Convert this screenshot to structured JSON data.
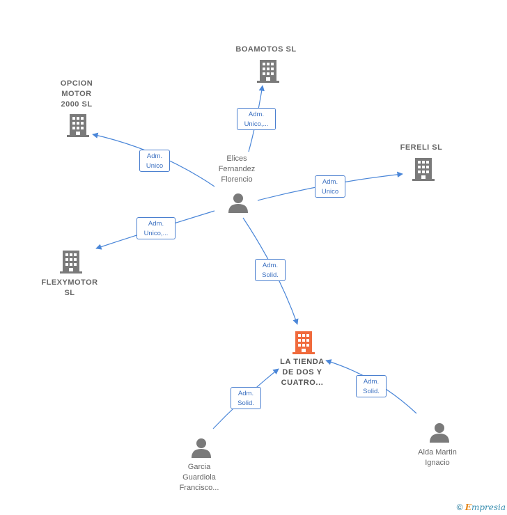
{
  "colors": {
    "edge": "#4a86d8",
    "node_gray": "#7a7a7a",
    "node_highlight": "#f06a3c"
  },
  "nodes": {
    "boamotos": {
      "label": "BOAMOTOS  SL",
      "icon": "building-icon"
    },
    "opcion": {
      "label": "OPCION\nMOTOR\n2000  SL",
      "icon": "building-icon"
    },
    "fereli": {
      "label": "FERELI SL",
      "icon": "building-icon"
    },
    "flexymotor": {
      "label": "FLEXYMOTOR\nSL",
      "icon": "building-icon"
    },
    "la_tienda": {
      "label": "LA TIENDA\nDE DOS Y\nCUATRO...",
      "icon": "building-icon"
    },
    "elices": {
      "label": "Elices\nFernandez\nFlorencio",
      "icon": "person-icon"
    },
    "garcia": {
      "label": "Garcia\nGuardiola\nFrancisco...",
      "icon": "person-icon"
    },
    "alda": {
      "label": "Alda Martin\nIgnacio",
      "icon": "person-icon"
    }
  },
  "edges": {
    "to_boamotos": "Adm.\nUnico,...",
    "to_opcion": "Adm.\nUnico",
    "to_fereli": "Adm.\nUnico",
    "to_flexymotor": "Adm.\nUnico,...",
    "elices_to_tienda": "Adm.\nSolid.",
    "garcia_to_tienda": "Adm.\nSolid.",
    "alda_to_tienda": "Adm.\nSolid."
  },
  "footer": {
    "copyright_symbol": "©",
    "brand_first": "E",
    "brand_rest": "mpresia"
  }
}
